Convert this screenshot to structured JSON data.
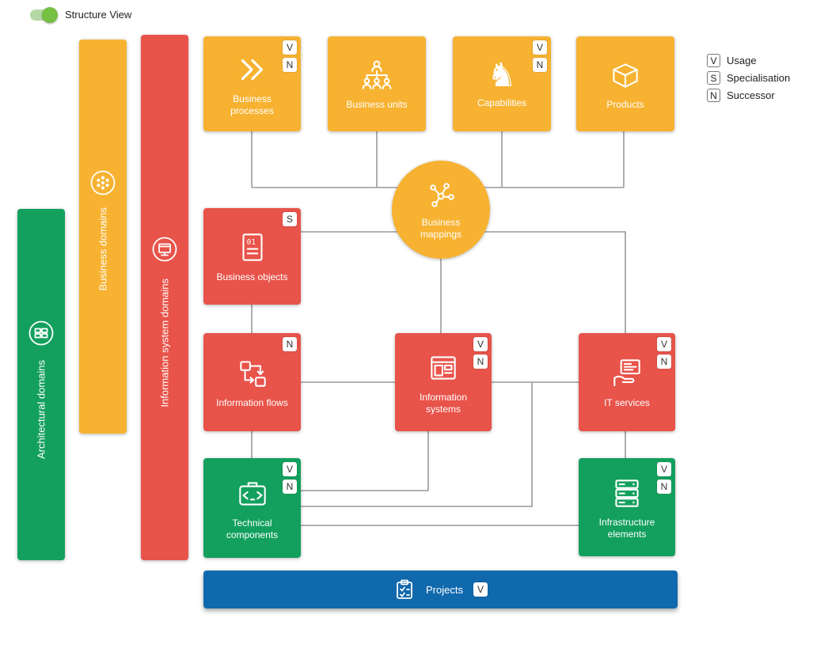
{
  "toggle": {
    "label": "Structure View",
    "state": "on"
  },
  "colors": {
    "yellow": "#F7B231",
    "red": "#E8534A",
    "green": "#13A05E",
    "blue": "#1169AD",
    "connector": "#999999",
    "badge_text": "#333333"
  },
  "icons": {
    "capabilities_glyph": "♞"
  },
  "domain_bars": [
    {
      "id": "architectural-domains",
      "label": "Architectural domains",
      "color": "#13A05E",
      "icon": "architectural-domains-icon"
    },
    {
      "id": "business-domains",
      "label": "Business domains",
      "color": "#F7B231",
      "icon": "business-domains-icon"
    },
    {
      "id": "information-system-domains",
      "label": "Information system domains",
      "color": "#E8534A",
      "icon": "information-system-domains-icon"
    }
  ],
  "cards": [
    {
      "id": "business-processes",
      "label": "Business processes",
      "color": "#F7B231",
      "icon": "business-processes-icon",
      "badges": [
        "V",
        "N"
      ]
    },
    {
      "id": "business-units",
      "label": "Business units",
      "color": "#F7B231",
      "icon": "business-units-icon",
      "badges": []
    },
    {
      "id": "capabilities",
      "label": "Capabilities",
      "color": "#F7B231",
      "icon": "capabilities-icon",
      "badges": [
        "V",
        "N"
      ]
    },
    {
      "id": "products",
      "label": "Products",
      "color": "#F7B231",
      "icon": "products-icon",
      "badges": []
    },
    {
      "id": "business-objects",
      "label": "Business objects",
      "color": "#E8534A",
      "icon": "business-objects-icon",
      "badges": [
        "S"
      ]
    },
    {
      "id": "information-flows",
      "label": "Information flows",
      "color": "#E8534A",
      "icon": "information-flows-icon",
      "badges": [
        "N"
      ]
    },
    {
      "id": "information-systems",
      "label": "Information systems",
      "color": "#E8534A",
      "icon": "information-systems-icon",
      "badges": [
        "V",
        "N"
      ]
    },
    {
      "id": "it-services",
      "label": "IT services",
      "color": "#E8534A",
      "icon": "it-services-icon",
      "badges": [
        "V",
        "N"
      ]
    },
    {
      "id": "technical-components",
      "label": "Technical components",
      "color": "#13A05E",
      "icon": "technical-components-icon",
      "badges": [
        "V",
        "N"
      ]
    },
    {
      "id": "infrastructure-elements",
      "label": "Infrastructure elements",
      "color": "#13A05E",
      "icon": "infrastructure-elements-icon",
      "badges": [
        "V",
        "N"
      ]
    }
  ],
  "hub": {
    "id": "business-mappings",
    "label": "Business mappings",
    "color": "#F7B231",
    "icon": "business-mappings-icon"
  },
  "projects_bar": {
    "label": "Projects",
    "color": "#1169AD",
    "icon": "projects-icon",
    "badges": [
      "V"
    ]
  },
  "legend": {
    "items": [
      {
        "badge": "V",
        "label": "Usage"
      },
      {
        "badge": "S",
        "label": "Specialisation"
      },
      {
        "badge": "N",
        "label": "Successor"
      }
    ]
  },
  "connections": [
    {
      "from": "business-processes",
      "to": "business-mappings"
    },
    {
      "from": "business-units",
      "to": "business-mappings"
    },
    {
      "from": "capabilities",
      "to": "business-mappings"
    },
    {
      "from": "products",
      "to": "business-mappings"
    },
    {
      "from": "business-objects",
      "to": "business-mappings"
    },
    {
      "from": "information-systems",
      "to": "business-mappings"
    },
    {
      "from": "it-services",
      "to": "business-mappings"
    },
    {
      "from": "business-objects",
      "to": "information-flows"
    },
    {
      "from": "information-flows",
      "to": "technical-components"
    },
    {
      "from": "information-flows",
      "to": "information-systems"
    },
    {
      "from": "information-systems",
      "to": "it-services"
    },
    {
      "from": "information-systems",
      "to": "technical-components"
    },
    {
      "from": "it-services",
      "to": "infrastructure-elements"
    },
    {
      "from": "it-services",
      "to": "technical-components"
    },
    {
      "from": "technical-components",
      "to": "infrastructure-elements"
    }
  ]
}
